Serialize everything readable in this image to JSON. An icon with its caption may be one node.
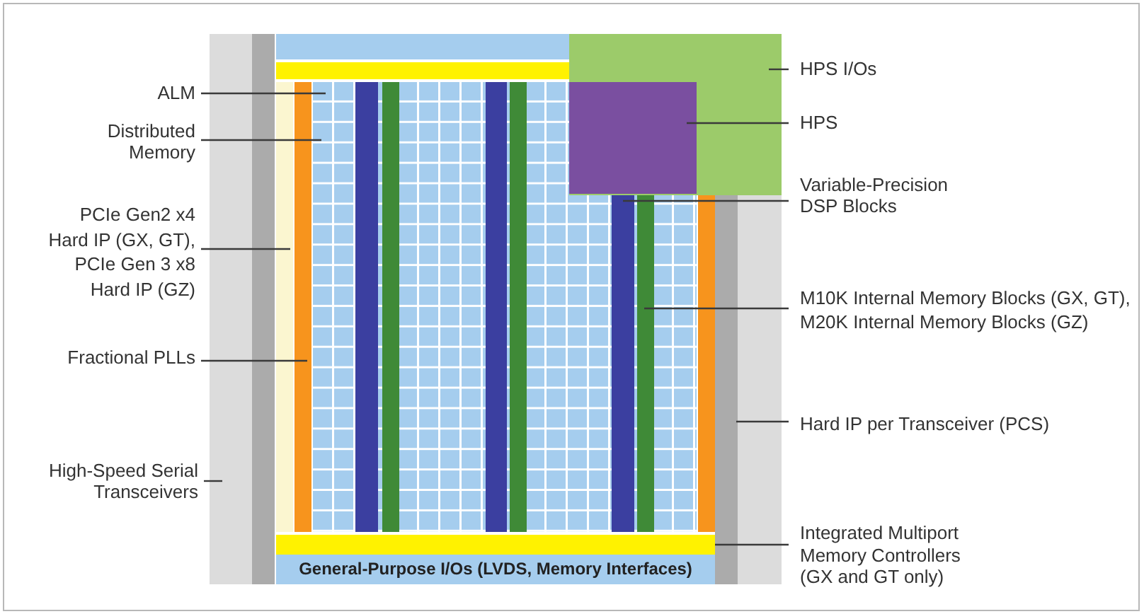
{
  "diagram": {
    "nodes": [
      {
        "text": [
          "ALM"
        ]
      },
      {
        "text": [
          "Distributed Memory"
        ]
      },
      {
        "text": [
          "PCIe Gen2 x4 Hard IP (GX, GT), PCIe Gen 3 x8 Hard IP (GZ)"
        ]
      },
      {
        "text": [
          "Fractional PLLs"
        ]
      },
      {
        "text": [
          "High-Speed Serial Transceivers"
        ]
      },
      {
        "text": [
          "HPS I/Os"
        ]
      },
      {
        "text": [
          "HPS"
        ]
      },
      {
        "text": [
          "Variable-Precision DSP Blocks"
        ]
      },
      {
        "text": [
          "M10K Internal Memory Blocks (GX, GT), M20K Internal Memory Blocks (GZ)"
        ]
      },
      {
        "text": [
          "Hard IP per Transceiver (PCS)"
        ]
      },
      {
        "text": [
          "Integrated Multiport Memory Controllers (GX and GT only)"
        ]
      },
      {
        "text": [
          "General-Purpose I/Os (LVDS, Memory Interfaces)"
        ]
      },
      {
        "text": [],
        "shape": "bar"
      }
    ],
    "edges": [
      {
        "from": 0,
        "to": null,
        "arrow": "none"
      },
      {
        "from": 1,
        "to": null,
        "arrow": "none"
      },
      {
        "from": 2,
        "to": null,
        "arrow": "none"
      },
      {
        "from": 3,
        "to": null,
        "arrow": "none"
      },
      {
        "from": 4,
        "to": null,
        "arrow": "none"
      },
      {
        "from": 5,
        "to": null,
        "arrow": "none"
      },
      {
        "from": 6,
        "to": null,
        "arrow": "none"
      },
      {
        "from": 7,
        "to": null,
        "arrow": "none"
      },
      {
        "from": 8,
        "to": null,
        "arrow": "none"
      },
      {
        "from": 9,
        "to": null,
        "arrow": "none"
      },
      {
        "from": 10,
        "to": 12,
        "arrow": "none"
      }
    ]
  }
}
